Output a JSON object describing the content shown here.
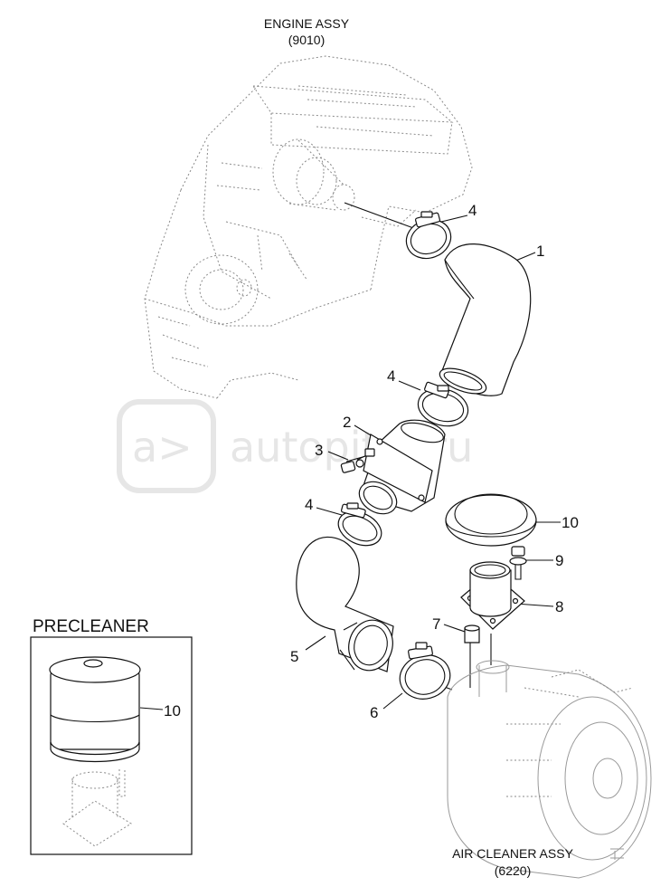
{
  "assemblies": {
    "engine": {
      "name": "ENGINE ASSY",
      "code": "(9010)"
    },
    "air_cleaner": {
      "name": "AIR CLEANER ASSY",
      "code": "(6220)"
    }
  },
  "precleaner": {
    "title": "PRECLEANER",
    "callout": "10"
  },
  "callouts": [
    {
      "id": "c1",
      "label": "1"
    },
    {
      "id": "c2",
      "label": "2"
    },
    {
      "id": "c3",
      "label": "3"
    },
    {
      "id": "c4a",
      "label": "4"
    },
    {
      "id": "c4b",
      "label": "4"
    },
    {
      "id": "c4c",
      "label": "4"
    },
    {
      "id": "c5",
      "label": "5"
    },
    {
      "id": "c6",
      "label": "6"
    },
    {
      "id": "c7",
      "label": "7"
    },
    {
      "id": "c8",
      "label": "8"
    },
    {
      "id": "c9",
      "label": "9"
    },
    {
      "id": "c10",
      "label": "10"
    }
  ],
  "watermark": "autopiter.ru",
  "watermark_logo": "a>"
}
